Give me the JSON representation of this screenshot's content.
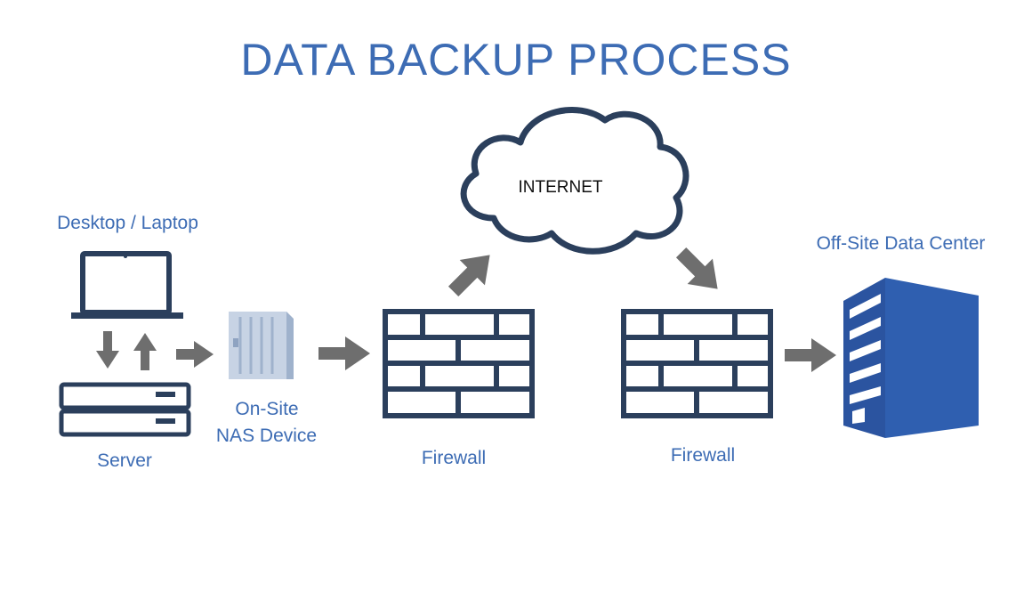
{
  "title": "DATA BACKUP PROCESS",
  "nodes": {
    "desktop": "Desktop / Laptop",
    "server": "Server",
    "nas_line1": "On-Site",
    "nas_line2": "NAS Device",
    "internet": "INTERNET",
    "firewall_1": "Firewall",
    "firewall_2": "Firewall",
    "datacenter": "Off-Site Data Center"
  },
  "colors": {
    "title_blue": "#3d6cb4",
    "icon_navy": "#2b3f5c",
    "arrow_gray": "#6e6e6e",
    "building_blue": "#2f5fb0",
    "nas_blue": "#c7d3e4"
  }
}
